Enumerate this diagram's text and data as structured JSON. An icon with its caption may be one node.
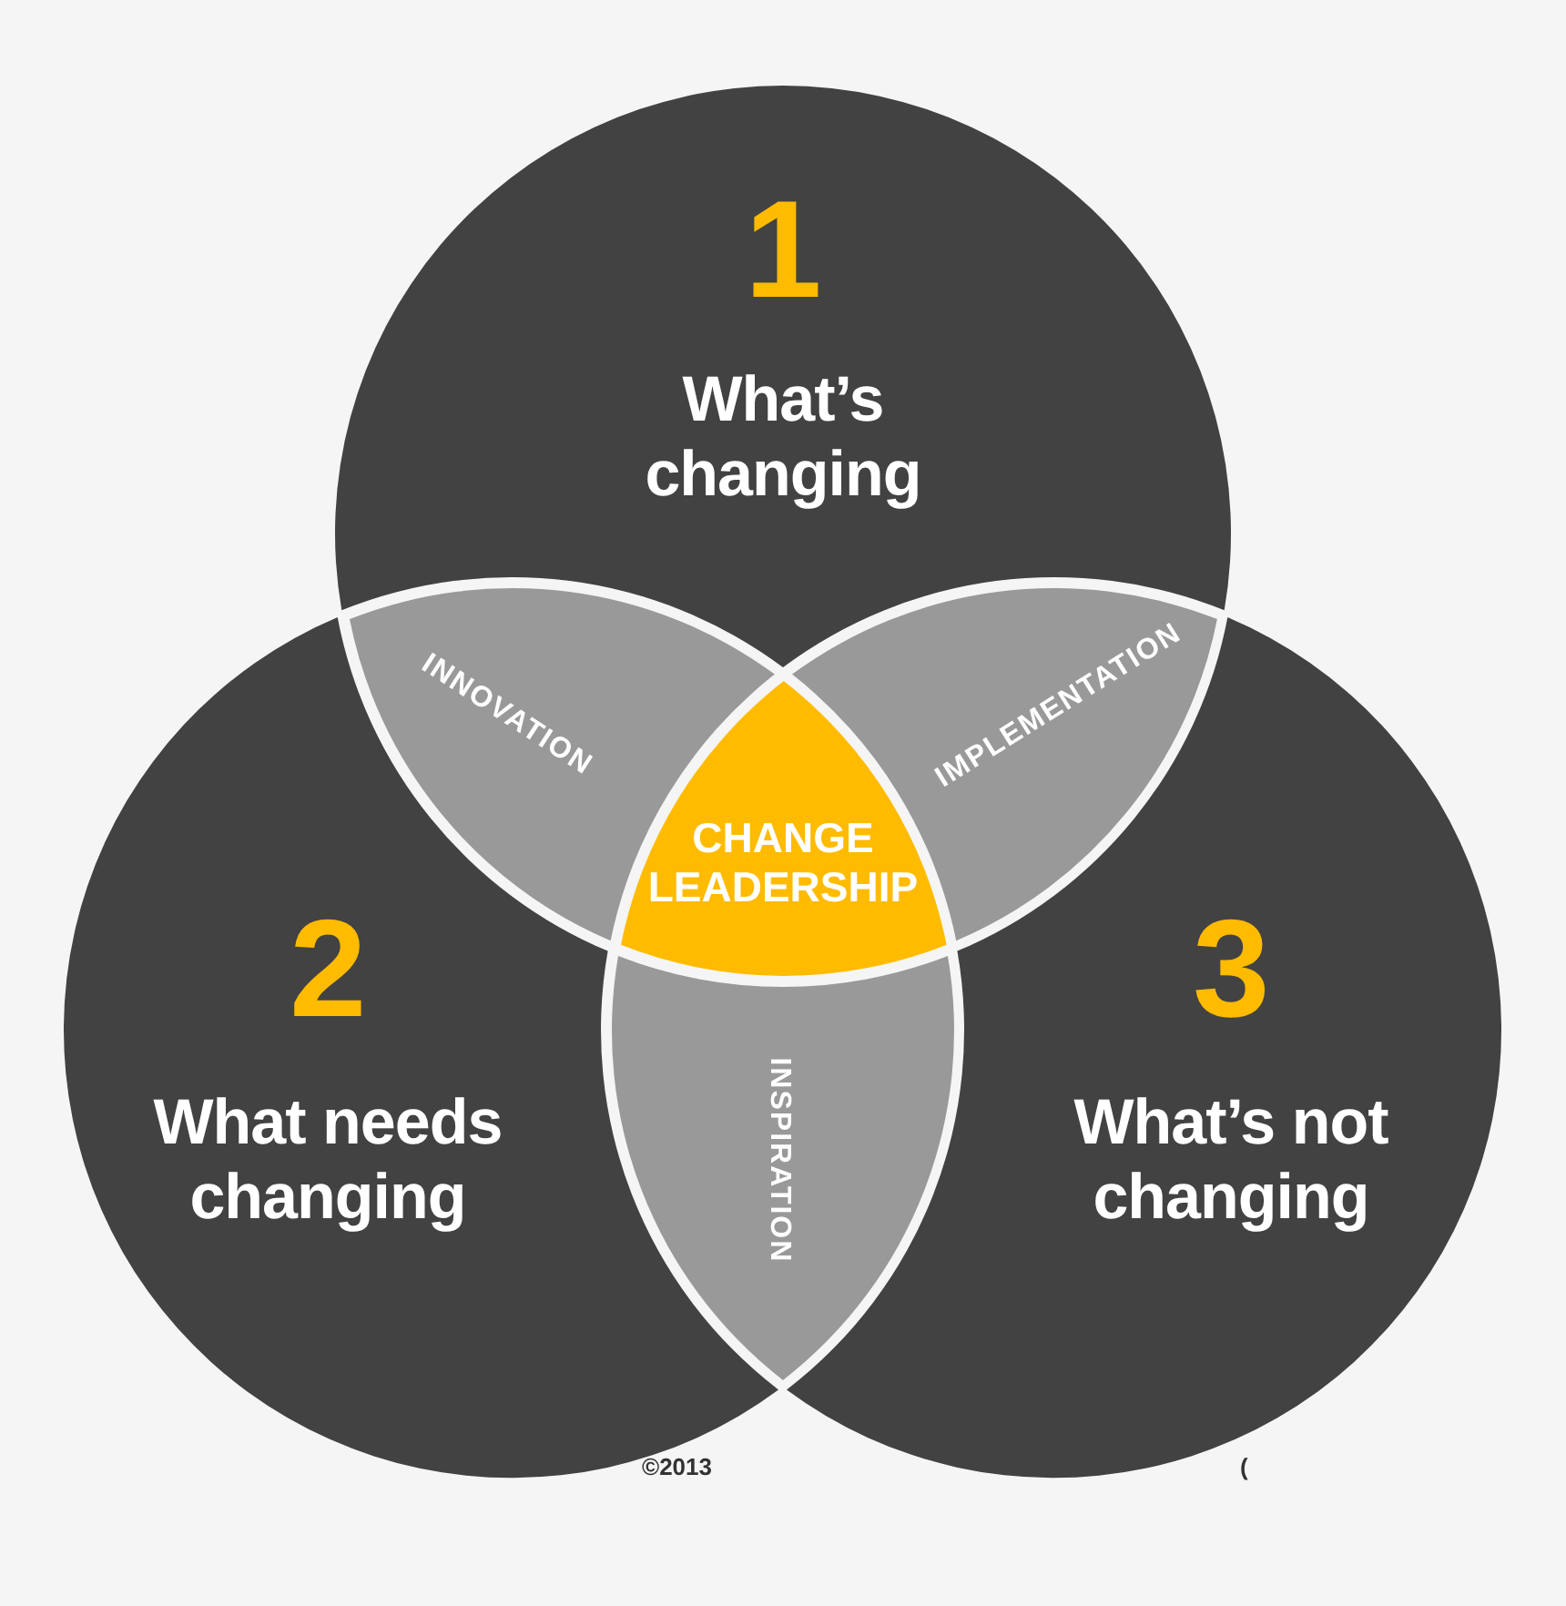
{
  "diagram": {
    "nodes": [
      {
        "text": [
          "1",
          "What’s changing"
        ]
      },
      {
        "text": [
          "2",
          "What needs changing"
        ]
      },
      {
        "text": [
          "3",
          "What’s not changing"
        ]
      },
      {
        "text": [
          "INNOVATION"
        ]
      },
      {
        "text": [
          "IMPLEMENTATION"
        ]
      },
      {
        "text": [
          "CHANGE LEADERSHIP"
        ]
      },
      {
        "text": [
          "INSPIRATION"
        ]
      }
    ],
    "labels": [
      "©2013",
      "("
    ]
  }
}
